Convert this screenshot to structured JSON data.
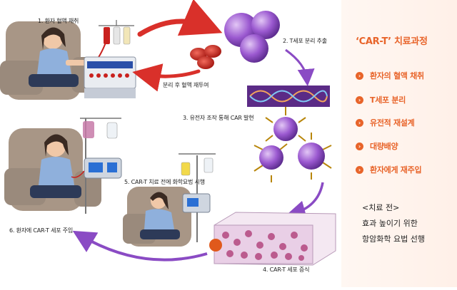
{
  "diagram": {
    "steps": [
      {
        "label": "1. 환자 혈액 채취"
      },
      {
        "label": "2. T세포 분리 추출"
      },
      {
        "label": "분리 후 혈액 재투여"
      },
      {
        "label": "3. 유전자 조작 통해 CAR 발현"
      },
      {
        "label": "5. CAR-T 치료 전에 화학요법 시행"
      },
      {
        "label": "6. 환자에 CAR-T 세포 주입"
      },
      {
        "label": "4. CAR-T 세포 증식"
      }
    ],
    "colors": {
      "arrow_red": "#d9302a",
      "arrow_purple": "#8a4bc4",
      "cell_purple": "#9b59d0",
      "blood_red": "#c9211e",
      "dna_band": "#5b2b86",
      "chair": "#9a8a7c",
      "shirt": "#8fb0dc"
    }
  },
  "panel": {
    "title": "‘CAR-T’ 치료과정",
    "items": [
      {
        "label": "환자의 혈액 채취"
      },
      {
        "label": "T세포 분리"
      },
      {
        "label": "유전적 재설계"
      },
      {
        "label": "대량배양"
      },
      {
        "label": "환자에게 재주입"
      }
    ],
    "bullet_icon": "chevron-right-icon",
    "note": {
      "heading": "<치료 전>",
      "line1": "효과 높이기 위한",
      "line2": "항암화학 요법 선행"
    },
    "accent": "#e8642a"
  }
}
